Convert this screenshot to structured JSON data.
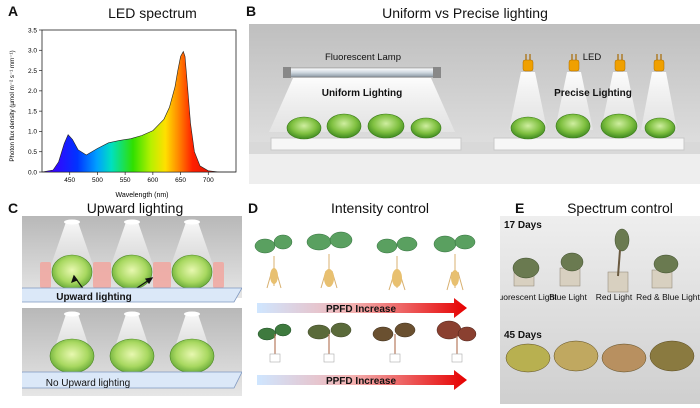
{
  "panels": {
    "a": {
      "letter": "A",
      "title": "LED spectrum",
      "chart_data": {
        "type": "area",
        "title": "LED spectrum",
        "xlabel": "Wavelength (nm)",
        "ylabel": "Photon flux density (µmol m⁻² s⁻¹ mm⁻¹)",
        "xlim": [
          400,
          750
        ],
        "ylim": [
          0,
          3.5
        ],
        "x_ticks": [
          450,
          500,
          550,
          600,
          650,
          700
        ],
        "y_ticks": [
          "0.0",
          "0.5",
          "1.0",
          "1.5",
          "2.0",
          "2.5",
          "3.0",
          "3.5"
        ],
        "x": [
          400,
          420,
          430,
          440,
          447,
          455,
          465,
          480,
          500,
          520,
          540,
          560,
          580,
          600,
          620,
          630,
          640,
          645,
          650,
          655,
          658,
          662,
          668,
          675,
          685,
          700,
          720,
          750
        ],
        "y": [
          0.0,
          0.05,
          0.25,
          0.7,
          0.92,
          0.8,
          0.55,
          0.42,
          0.58,
          0.72,
          0.78,
          0.82,
          0.9,
          1.02,
          1.3,
          1.6,
          2.1,
          2.5,
          2.85,
          2.97,
          2.85,
          2.2,
          1.2,
          0.5,
          0.15,
          0.03,
          0.0,
          0.0
        ]
      }
    },
    "b": {
      "letter": "B",
      "title": "Uniform vs Precise lighting",
      "lamp_label": "Fluorescent Lamp",
      "led_label": "LED",
      "uniform_label": "Uniform Lighting",
      "precise_label": "Precise Lighting"
    },
    "c": {
      "letter": "C",
      "title": "Upward lighting",
      "upward_label": "Upward lighting",
      "no_upward_label": "No Upward lighting"
    },
    "d": {
      "letter": "D",
      "title": "Intensity control",
      "ppfd_top": "PPFD Increase",
      "ppfd_bottom": "PPFD Increase"
    },
    "e": {
      "letter": "E",
      "title": "Spectrum control",
      "day17": "17 Days",
      "day45": "45 Days",
      "treatments": [
        "Fluorescent Light",
        "Blue Light",
        "Red Light",
        "Red & Blue Light"
      ]
    }
  }
}
